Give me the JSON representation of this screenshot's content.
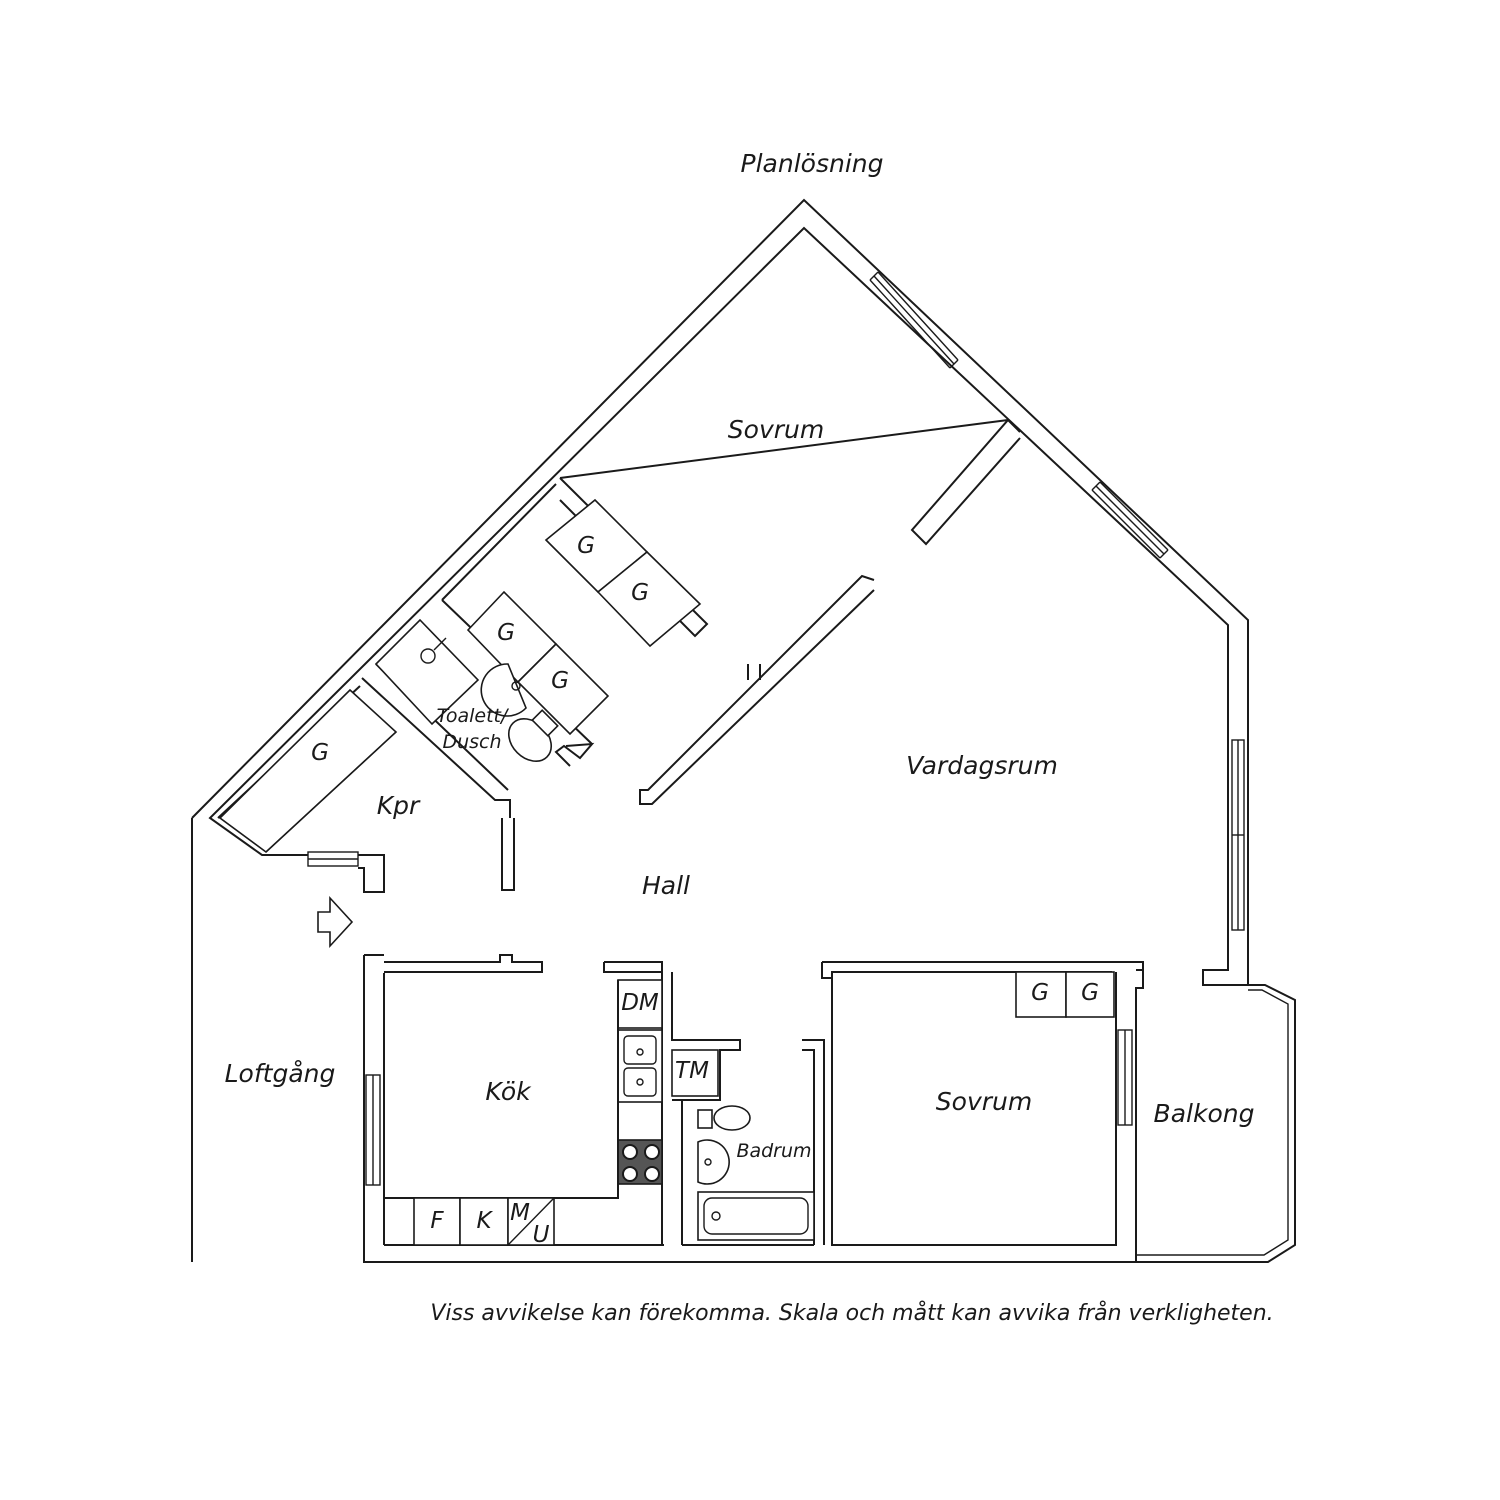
{
  "title": "Planlösning",
  "disclaimer": "Viss avvikelse kan förekomma. Skala och mått kan avvika från verkligheten.",
  "rooms": {
    "sovrum_top": "Sovrum",
    "vardagsrum": "Vardagsrum",
    "hall": "Hall",
    "kpr": "Kpr",
    "toalett_line1": "Toalett/",
    "toalett_line2": "Dusch",
    "kok": "Kök",
    "badrum": "Badrum",
    "sovrum_bottom": "Sovrum",
    "balkong": "Balkong",
    "loftgang": "Loftgång"
  },
  "wardrobe_label": "G",
  "appliances": {
    "dishwasher": "DM",
    "dryer": "TM",
    "fridge": "F",
    "freezer": "K",
    "micro_top": "M",
    "micro_bottom": "U"
  },
  "icons": [
    "entrance-arrow-icon",
    "sink-icon",
    "toilet-icon",
    "stove-icon",
    "bathtub-icon",
    "window-icon",
    "shower-icon"
  ]
}
